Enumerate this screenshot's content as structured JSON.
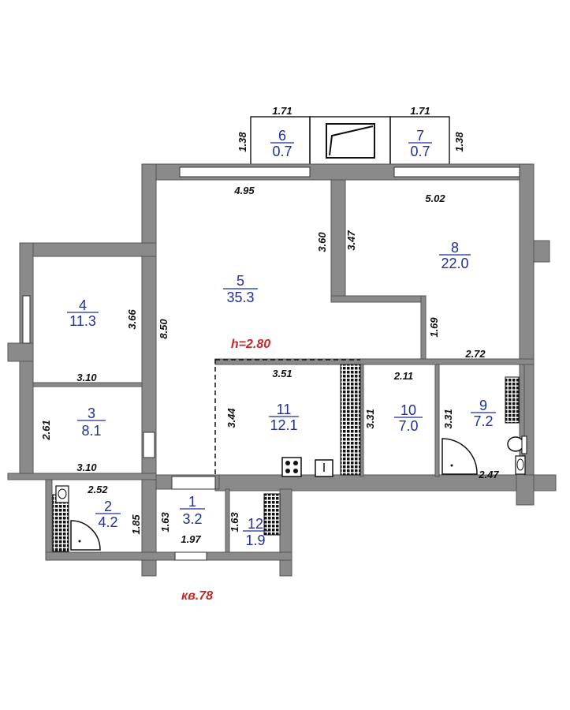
{
  "plan": {
    "ceiling_height": "h=2.80",
    "apartment_label": "кв.78",
    "colors": {
      "room_labels": "#1f2f9c",
      "annotations": "#c62828",
      "walls": "#8a8a8a"
    }
  },
  "rooms": [
    {
      "number": "1",
      "area": "3.2"
    },
    {
      "number": "2",
      "area": "4.2"
    },
    {
      "number": "3",
      "area": "8.1"
    },
    {
      "number": "4",
      "area": "11.3"
    },
    {
      "number": "5",
      "area": "35.3"
    },
    {
      "number": "6",
      "area": "0.7"
    },
    {
      "number": "7",
      "area": "0.7"
    },
    {
      "number": "8",
      "area": "22.0"
    },
    {
      "number": "9",
      "area": "7.2"
    },
    {
      "number": "10",
      "area": "7.0"
    },
    {
      "number": "11",
      "area": "12.1"
    },
    {
      "number": "12",
      "area": "1.9"
    }
  ],
  "dimensions": {
    "balcony6_width": "1.71",
    "balcony6_depth": "1.38",
    "balcony7_width": "1.71",
    "balcony7_depth": "1.38",
    "room5_width": "4.95",
    "room5_length": "8.50",
    "room5_partition": "3.60",
    "room8_width": "5.02",
    "room8_depth": "3.47",
    "room8_step": "1.69",
    "room8_bottom": "2.72",
    "room4_depth": "3.66",
    "room4_width": "3.10",
    "room3_width_top": "3.10",
    "room3_width_bottom": "3.10",
    "room3_depth": "2.61",
    "room11_width": "3.51",
    "room11_depth": "3.44",
    "room10_width": "2.11",
    "room10_depth": "3.31",
    "room9_depth": "3.31",
    "room9_width": "2.47",
    "room2_width": "2.52",
    "room2_depth": "1.85",
    "room1_depth": "1.63",
    "room1_width": "1.97",
    "room12_depth": "1.63"
  }
}
